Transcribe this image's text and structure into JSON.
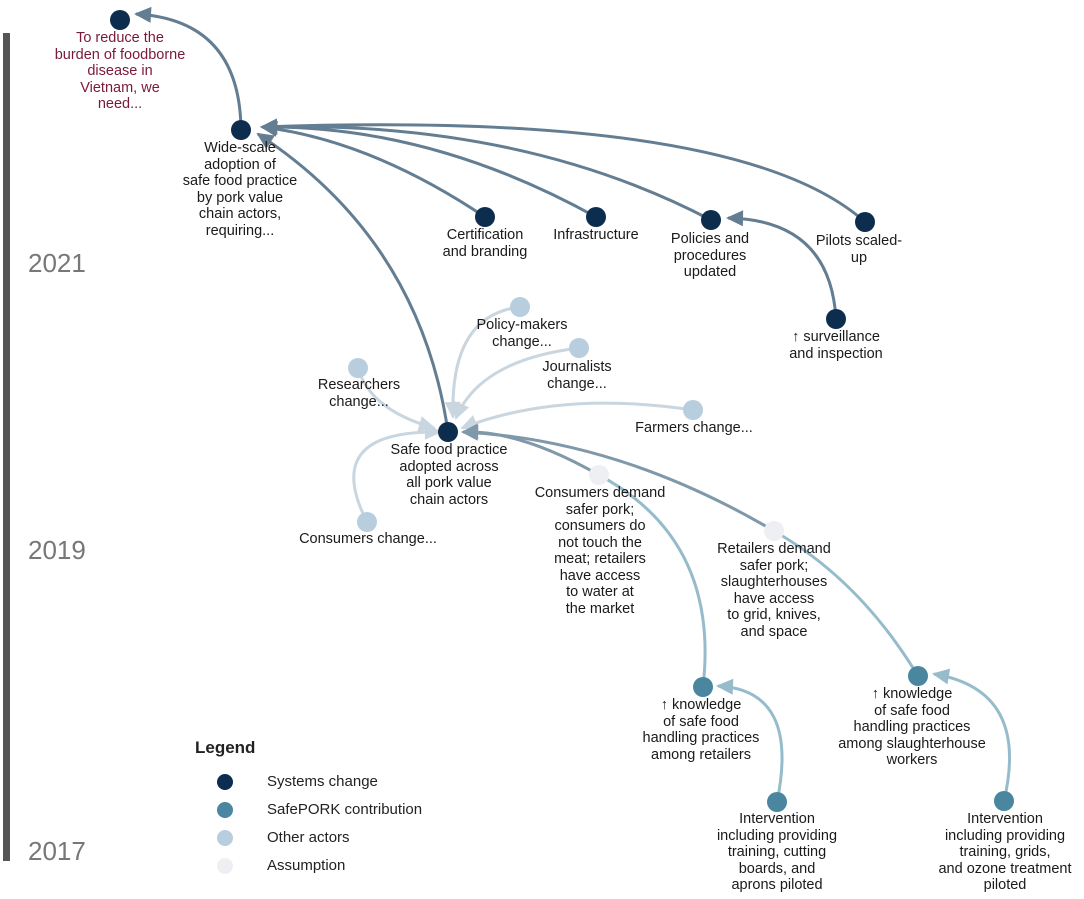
{
  "timeline": {
    "years": [
      "2021",
      "2019",
      "2017"
    ]
  },
  "colors": {
    "systems_change": "#0d2d4f",
    "safepork": "#4a86a0",
    "other_actors": "#b8cede",
    "assumption": "#eeeff3"
  },
  "legend": {
    "title": "Legend",
    "items": [
      {
        "label": "Systems change",
        "category": "systems_change"
      },
      {
        "label": "SafePORK contribution",
        "category": "safepork"
      },
      {
        "label": "Other actors",
        "category": "other_actors"
      },
      {
        "label": "Assumption",
        "category": "assumption"
      }
    ]
  },
  "nodes": {
    "goal": {
      "label": "To reduce the\nburden of foodborne\ndisease in\nVietnam, we\nneed...",
      "category": "systems_change"
    },
    "wide_scale": {
      "label": "Wide-scale\nadoption of\nsafe food practice\nby pork value\nchain actors,\nrequiring...",
      "category": "systems_change"
    },
    "certification": {
      "label": "Certification\nand branding",
      "category": "systems_change"
    },
    "infrastructure": {
      "label": "Infrastructure",
      "category": "systems_change"
    },
    "policies": {
      "label": "Policies and\nprocedures\nupdated",
      "category": "systems_change"
    },
    "pilots": {
      "label": "Pilots scaled-\nup",
      "category": "systems_change"
    },
    "surveillance": {
      "label": "↑ surveillance\nand inspection",
      "category": "systems_change"
    },
    "policy_makers": {
      "label": "Policy-makers\nchange...",
      "category": "other_actors"
    },
    "journalists": {
      "label": "Journalists\nchange...",
      "category": "other_actors"
    },
    "researchers": {
      "label": "Researchers\nchange...",
      "category": "other_actors"
    },
    "farmers": {
      "label": "Farmers change...",
      "category": "other_actors"
    },
    "consumers": {
      "label": "Consumers change...",
      "category": "other_actors"
    },
    "safe_food": {
      "label": "Safe food practice\nadopted across\nall pork value\nchain actors",
      "category": "systems_change"
    },
    "consumers_demand": {
      "label": "Consumers demand\nsafer pork;\nconsumers do\nnot touch the\nmeat; retailers\nhave access\nto water at\nthe market",
      "category": "assumption"
    },
    "retailers_demand": {
      "label": "Retailers demand\nsafer pork;\nslaughterhouses\nhave access\nto grid, knives,\nand space",
      "category": "assumption"
    },
    "knowledge_retailers": {
      "label": "↑ knowledge\nof safe food\nhandling practices\namong retailers",
      "category": "safepork"
    },
    "knowledge_slaughter": {
      "label": "↑ knowledge\nof safe food\nhandling practices\namong slaughterhouse\nworkers",
      "category": "safepork"
    },
    "intervention_retailers": {
      "label": "Intervention\nincluding providing\ntraining, cutting\nboards, and\naprons piloted",
      "category": "safepork"
    },
    "intervention_slaughter": {
      "label": "Intervention\nincluding providing\ntraining, grids,\nand ozone treatment\npiloted",
      "category": "safepork"
    }
  },
  "edges": [
    {
      "from": "wide_scale",
      "to": "goal"
    },
    {
      "from": "certification",
      "to": "wide_scale"
    },
    {
      "from": "infrastructure",
      "to": "wide_scale"
    },
    {
      "from": "policies",
      "to": "wide_scale"
    },
    {
      "from": "pilots",
      "to": "wide_scale"
    },
    {
      "from": "surveillance",
      "to": "policies"
    },
    {
      "from": "safe_food",
      "to": "wide_scale"
    },
    {
      "from": "policy_makers",
      "to": "safe_food"
    },
    {
      "from": "journalists",
      "to": "safe_food"
    },
    {
      "from": "researchers",
      "to": "safe_food"
    },
    {
      "from": "farmers",
      "to": "safe_food"
    },
    {
      "from": "consumers",
      "to": "safe_food"
    },
    {
      "from": "knowledge_retailers",
      "to": "safe_food",
      "via": "consumers_demand"
    },
    {
      "from": "knowledge_slaughter",
      "to": "safe_food",
      "via": "retailers_demand"
    },
    {
      "from": "intervention_retailers",
      "to": "knowledge_retailers"
    },
    {
      "from": "intervention_slaughter",
      "to": "knowledge_slaughter"
    }
  ]
}
